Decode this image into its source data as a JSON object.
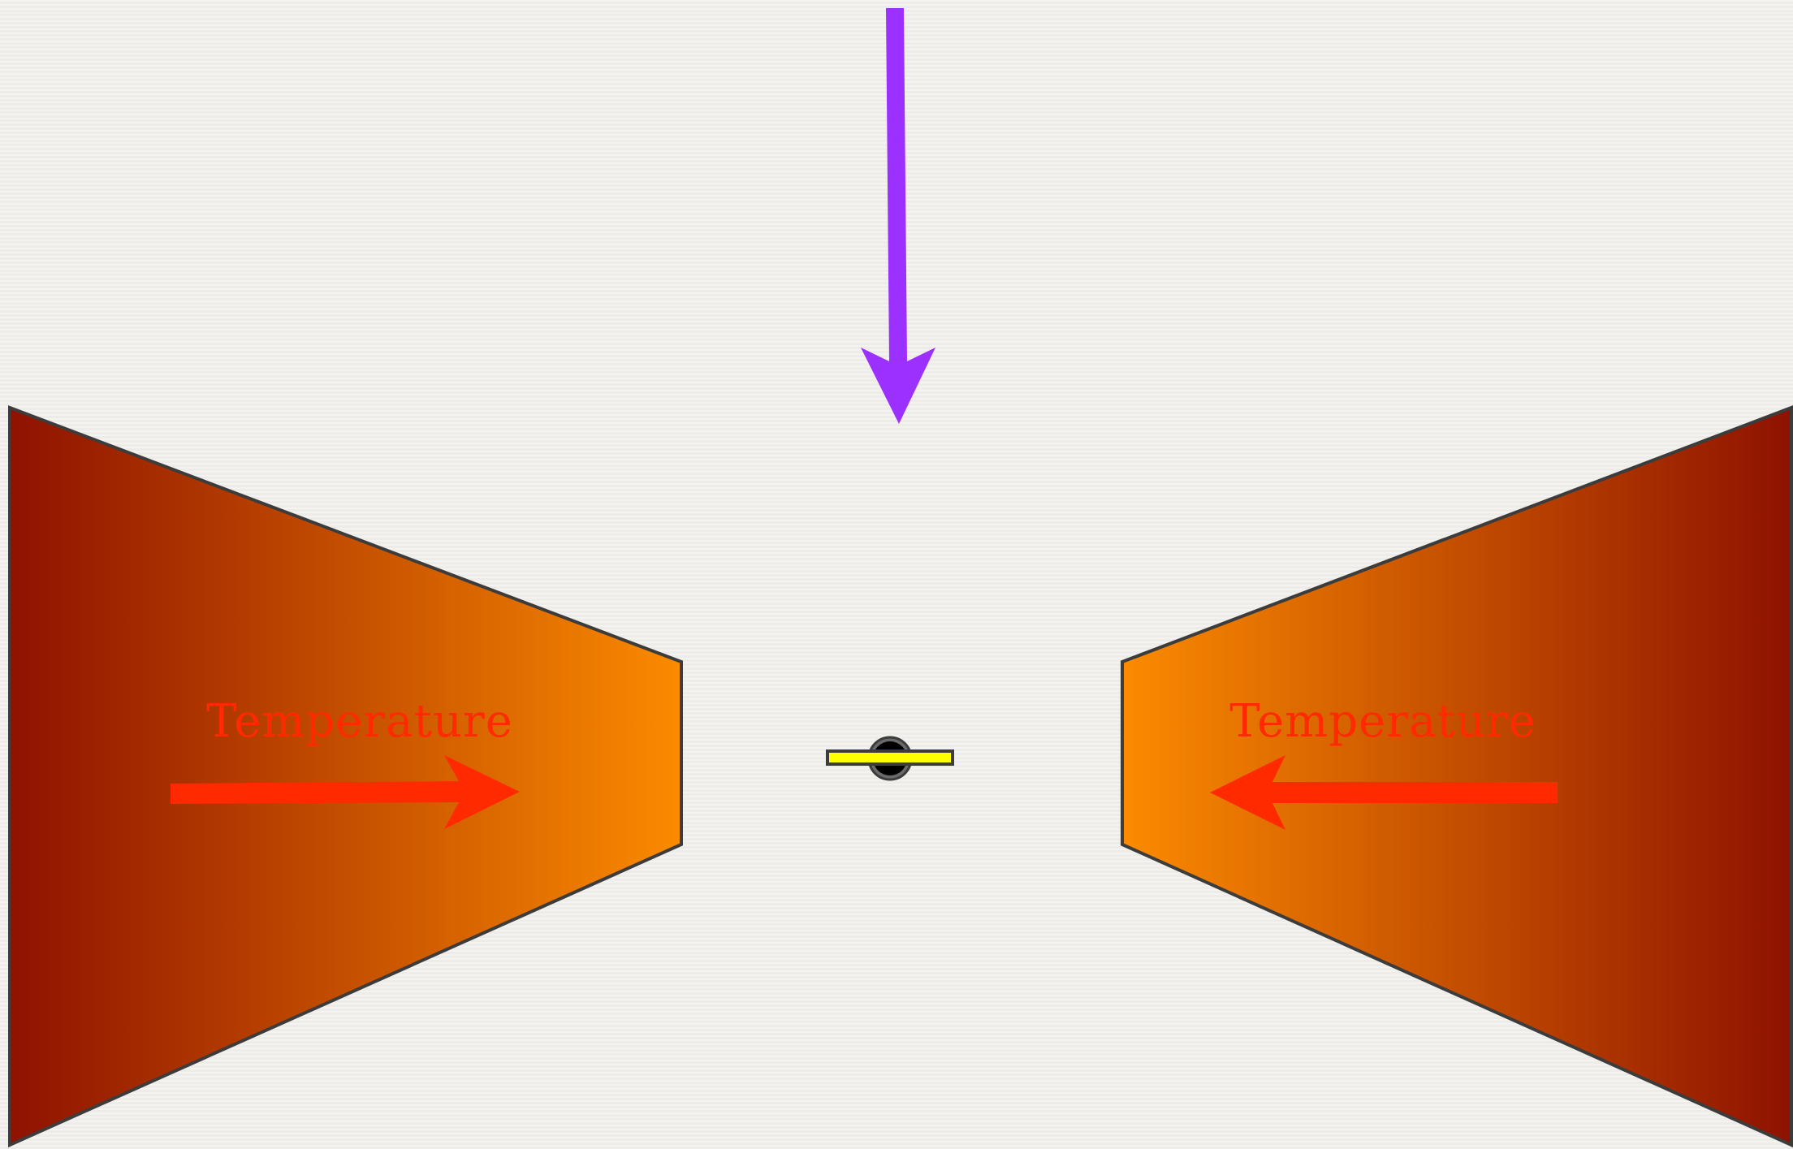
{
  "colors": {
    "background": "#f1efeb",
    "heater_hot": "#8e1200",
    "heater_warm": "#fb8b00",
    "heater_outline": "#3c3c3c",
    "temperature_text": "#ff2a00",
    "temperature_arrow": "#ff2a00",
    "incoming_arrow": "#9b30ff",
    "sample_core": "#000000",
    "sample_ring": "#6a6a6a",
    "sample_bar": "#ffff00"
  },
  "left_heater": {
    "label": "Temperature",
    "arrow_direction": "right"
  },
  "right_heater": {
    "label": "Temperature",
    "arrow_direction": "left"
  },
  "incoming_beam": {
    "icon": "down-arrow-icon",
    "direction": "down"
  },
  "sample": {
    "icon": "sample-holder-icon"
  }
}
